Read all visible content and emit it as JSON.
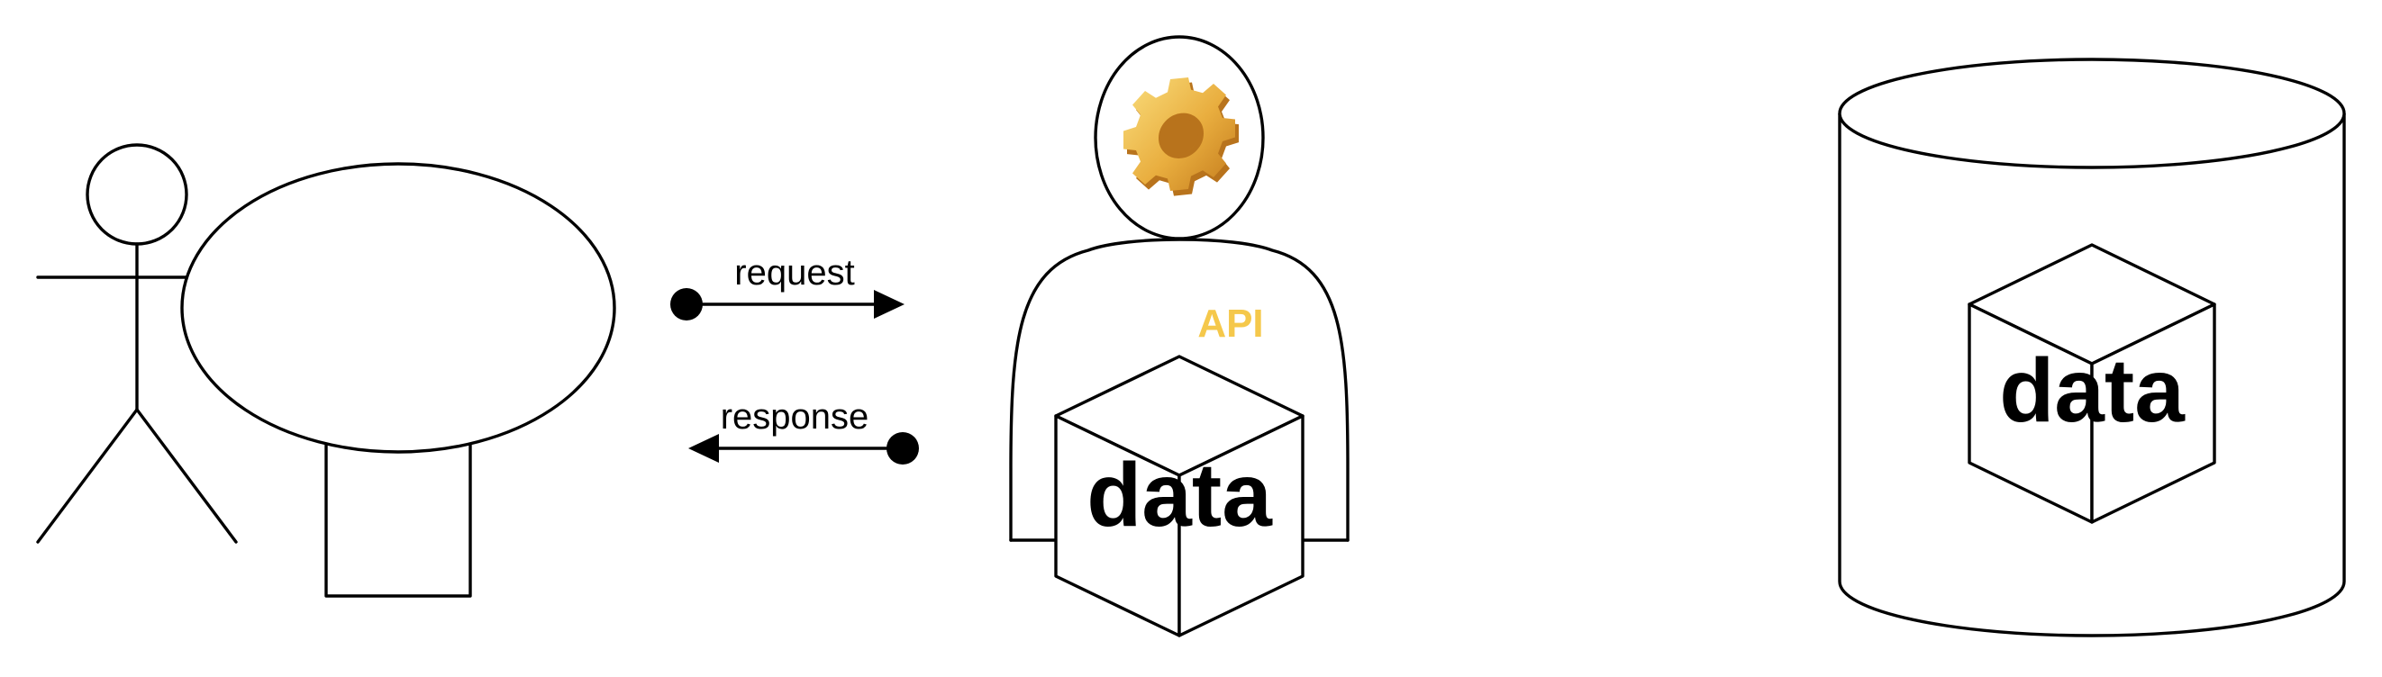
{
  "diagram": {
    "request_label": "request",
    "response_label": "response",
    "api_label": "API",
    "server_data_label": "data",
    "db_data_label": "data"
  },
  "colors": {
    "stroke": "#000000",
    "api_label": "#F5C84B",
    "gear_light": "#F7D46A",
    "gear_mid": "#E8A93A",
    "gear_dark": "#C9811F"
  },
  "icons": {
    "gear": "gear-icon"
  }
}
